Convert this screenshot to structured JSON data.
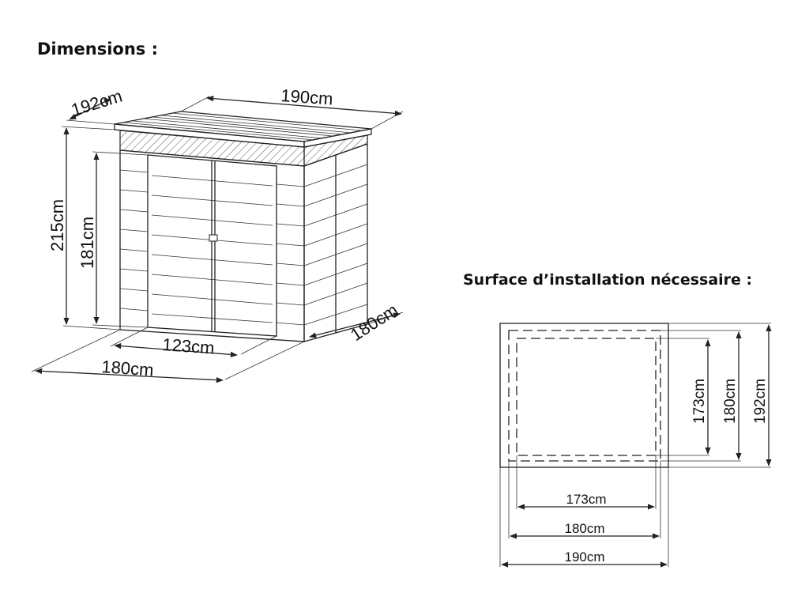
{
  "headings": {
    "dimensions": "Dimensions :",
    "surface": "Surface d’installation nécessaire :"
  },
  "shed_view": {
    "depth_roof": "192cm",
    "width_roof": "190cm",
    "total_height": "215cm",
    "door_height": "181cm",
    "door_width": "123cm",
    "base_width": "180cm",
    "base_depth": "180cm"
  },
  "floor_plan": {
    "inner_width": "173cm",
    "mid_width": "180cm",
    "outer_width": "190cm",
    "inner_depth": "173cm",
    "mid_depth": "180cm",
    "outer_depth": "192cm"
  },
  "colors": {
    "line": "#222222",
    "text": "#111111",
    "background": "#ffffff"
  }
}
